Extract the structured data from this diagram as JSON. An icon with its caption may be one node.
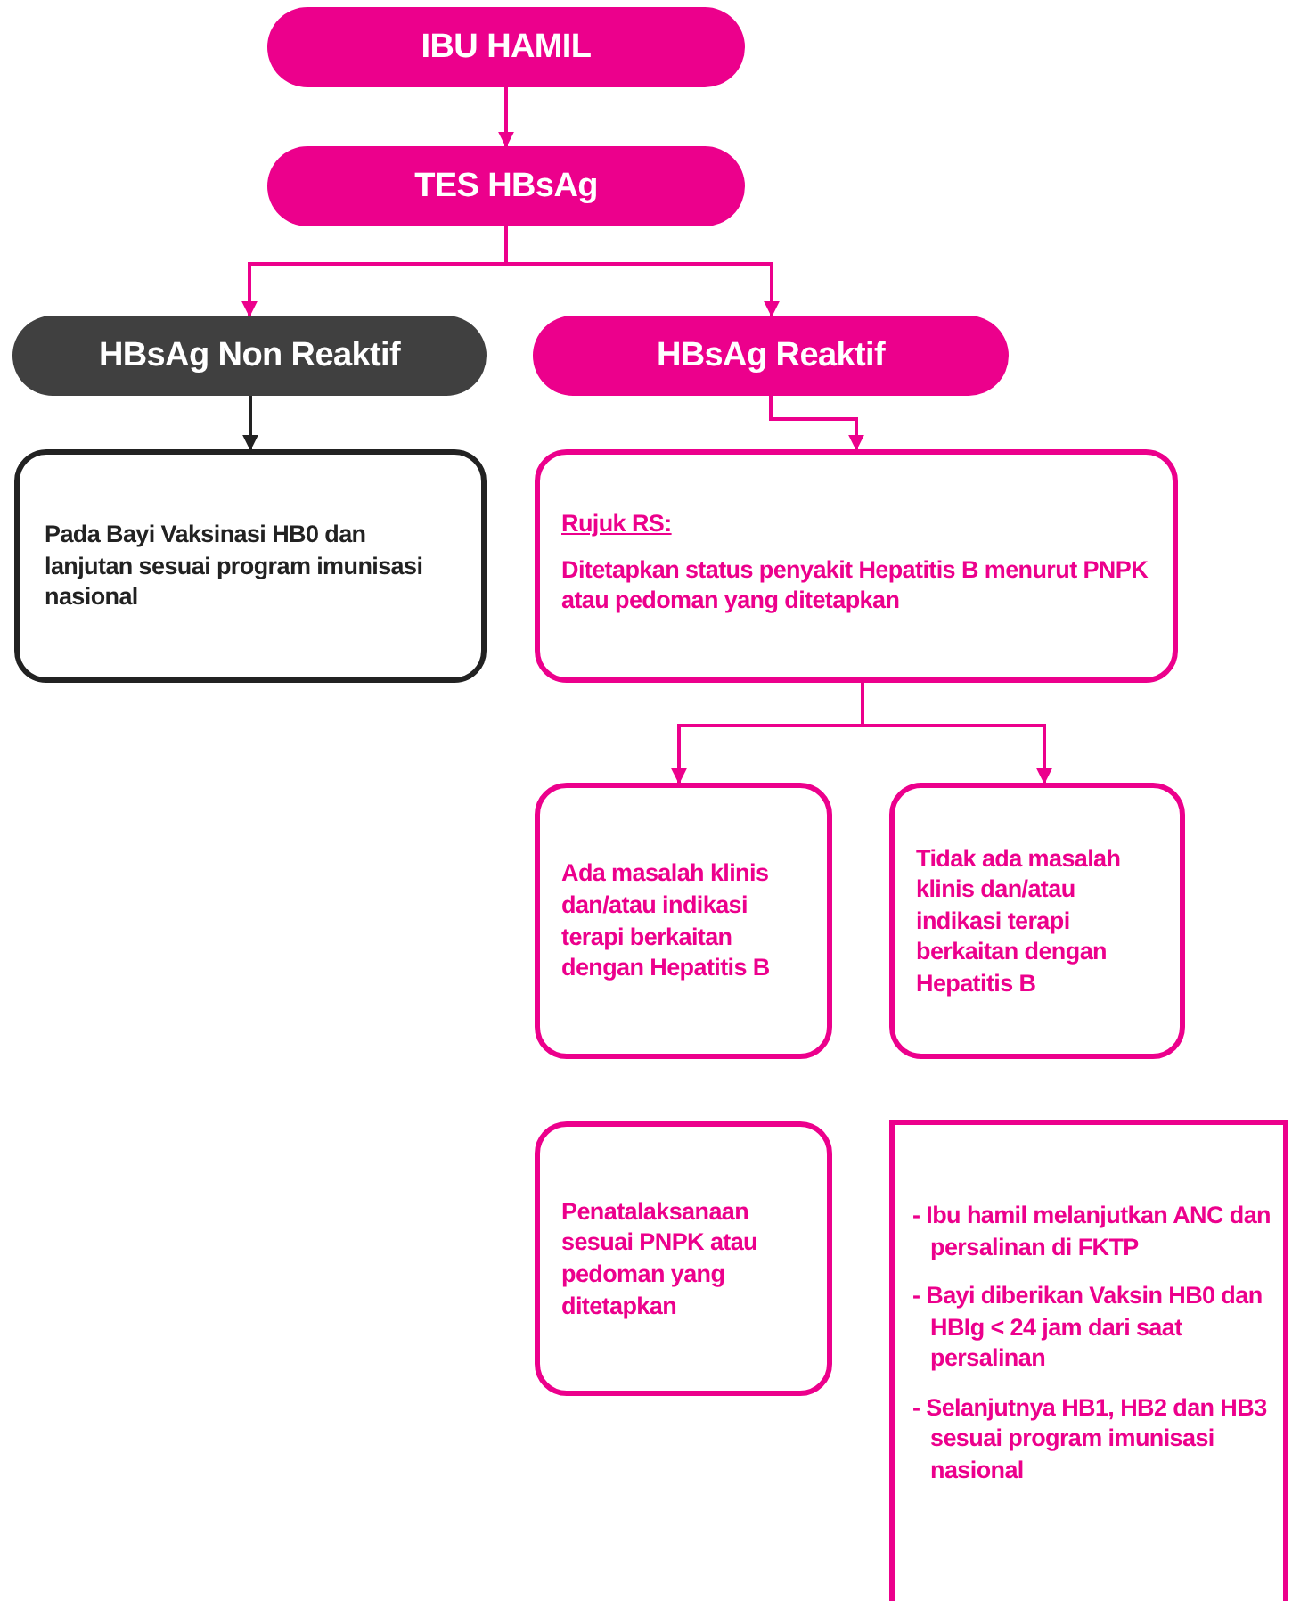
{
  "diagram": {
    "nodes": [
      {
        "text": [
          "IBU HAMIL"
        ]
      },
      {
        "text": [
          "TES HBsAg"
        ]
      },
      {
        "text": [
          "HBsAg Non Reaktif"
        ]
      },
      {
        "text": [
          "HBsAg Reaktif"
        ]
      },
      {
        "text": [
          "Pada Bayi Vaksinasi HB0 dan lanjutan sesuai program imunisasi nasional"
        ]
      },
      {
        "text": [
          "Rujuk RS:",
          "Ditetapkan status penyakit Hepatitis B menurut PNPK atau pedoman yang ditetapkan"
        ]
      },
      {
        "text": [
          "Ada masalah klinis dan/atau indikasi terapi berkaitan dengan Hepatitis B"
        ]
      },
      {
        "text": [
          "Tidak ada masalah klinis dan/atau indikasi terapi berkaitan dengan Hepatitis B"
        ]
      },
      {
        "text": [
          "Penatalaksanaan sesuai PNPK atau pedoman yang ditetapkan"
        ]
      },
      {
        "text": [
          "- Ibu hamil melanjutkan ANC dan persalinan di FKTP",
          "- Bayi diberikan Vaksin HB0 dan HBIg < 24 jam dari saat persalinan",
          "- Selanjutnya HB1, HB2 dan HB3 sesuai program imunisasi nasional"
        ]
      }
    ],
    "edges": [
      {
        "from": 0,
        "to": 1,
        "arrow": "to"
      },
      {
        "from": 1,
        "to": 2,
        "arrow": "to"
      },
      {
        "from": 1,
        "to": 3,
        "arrow": "to"
      },
      {
        "from": 2,
        "to": 4,
        "arrow": "to",
        "color": "#222222"
      },
      {
        "from": 3,
        "to": 5,
        "arrow": "to"
      },
      {
        "from": 5,
        "to": 6,
        "arrow": "to"
      },
      {
        "from": 5,
        "to": 7,
        "arrow": "to"
      }
    ]
  }
}
